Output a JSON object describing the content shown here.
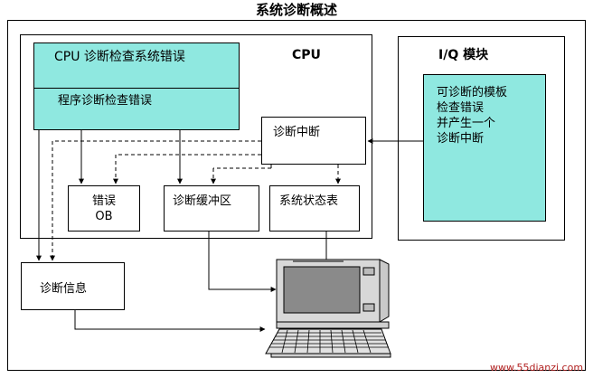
{
  "title": "系统诊断概述",
  "cpu": {
    "label": "CPU",
    "error_box": {
      "line1": "CPU 诊断检查系统错误",
      "line2": "程序诊断检查错误"
    },
    "interrupt": "诊断中断",
    "ob": {
      "line1": "错误",
      "line2": "OB"
    },
    "buffer": "诊断缓冲区",
    "status": "系统状态表"
  },
  "io_module": {
    "label": "I/Q 模块",
    "lines": [
      "可诊断的模板",
      "检查错误",
      "并产生一个",
      "诊断中断"
    ]
  },
  "diag_info": "诊断信息",
  "watermark": "www.55dianzi.com",
  "colors": {
    "cyan_fill": "#8fe8e0",
    "line": "#000000"
  }
}
